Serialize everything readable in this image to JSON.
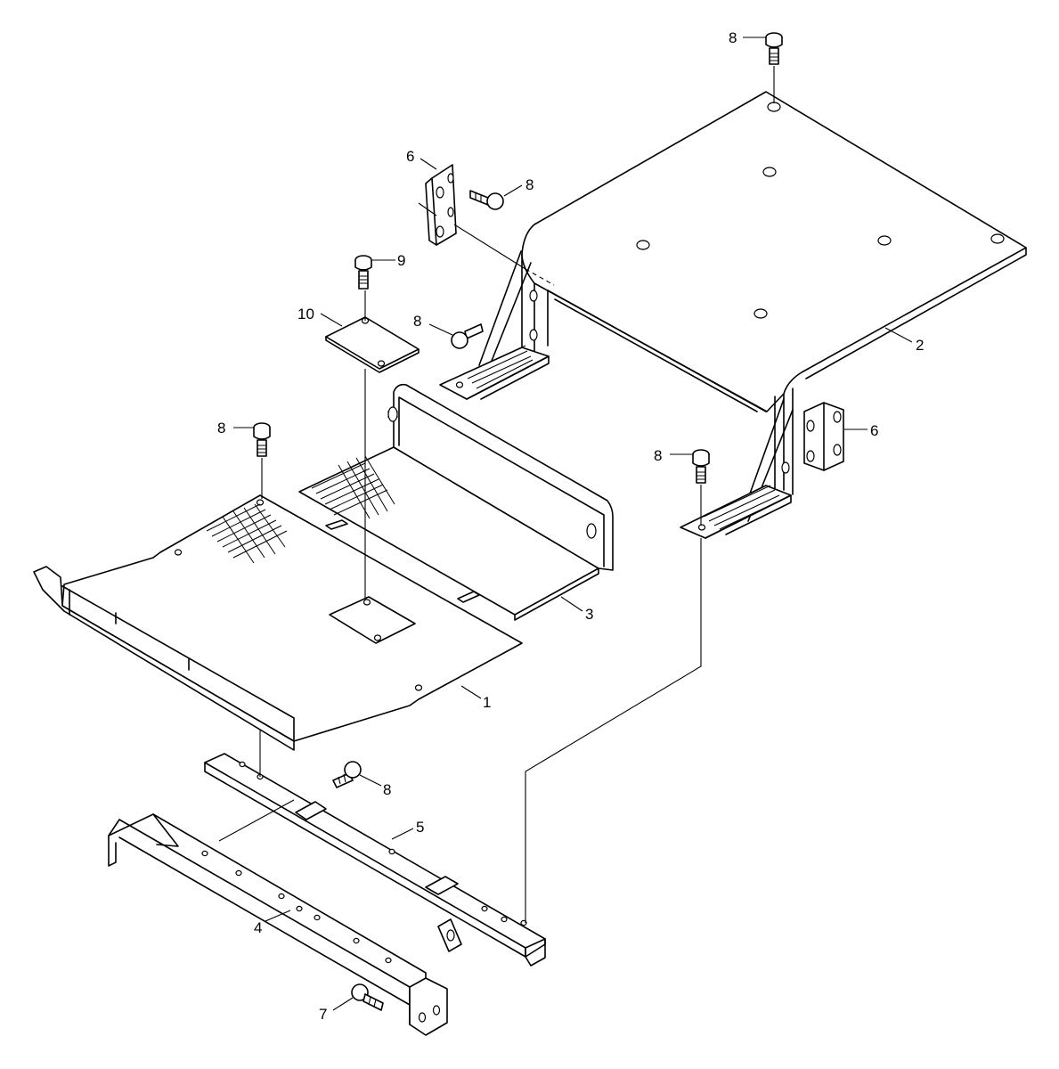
{
  "callouts": [
    {
      "id": "c1",
      "label": "1"
    },
    {
      "id": "c2",
      "label": "2"
    },
    {
      "id": "c3",
      "label": "3"
    },
    {
      "id": "c4",
      "label": "4"
    },
    {
      "id": "c5",
      "label": "5"
    },
    {
      "id": "c6a",
      "label": "6"
    },
    {
      "id": "c6b",
      "label": "6"
    },
    {
      "id": "c7",
      "label": "7"
    },
    {
      "id": "c8a",
      "label": "8"
    },
    {
      "id": "c8b",
      "label": "8"
    },
    {
      "id": "c8c",
      "label": "8"
    },
    {
      "id": "c8d",
      "label": "8"
    },
    {
      "id": "c8e",
      "label": "8"
    },
    {
      "id": "c8f",
      "label": "8"
    },
    {
      "id": "c9",
      "label": "9"
    },
    {
      "id": "c10",
      "label": "10"
    }
  ],
  "colors": {
    "line": "#000000",
    "background": "#ffffff"
  }
}
